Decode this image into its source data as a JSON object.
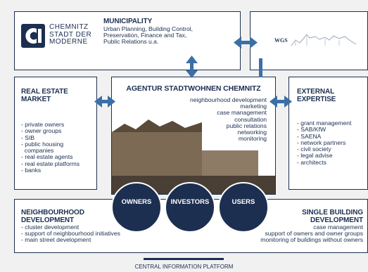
{
  "municipality": {
    "logo_text": [
      "CHEMNITZ",
      "STADT DER",
      "MODERNE"
    ],
    "title": "MUNICIPALITY",
    "lines": [
      "Urban Planning, Building Control,",
      "Preservation, Finance and Tax,",
      "Public Relations u.a."
    ]
  },
  "wgs": {
    "logo_text": "WGS"
  },
  "real_estate": {
    "title": [
      "REAL ESTATE",
      "MARKET"
    ],
    "items": [
      "- private owners",
      "- owner groups",
      "- SIB",
      "- public housing",
      "  companies",
      "- real estate agents",
      "- real estate platforms",
      "- banks"
    ]
  },
  "agency": {
    "title": "AGENTUR STADTWOHNEN CHEMNITZ",
    "services": [
      "neighbourhood development",
      "marketing",
      "case management",
      "consultation",
      "public relations",
      "networking",
      "monitoring"
    ]
  },
  "external": {
    "title": [
      "EXTERNAL",
      "EXPERTISE"
    ],
    "items": [
      "- grant management",
      "- SAB/KfW",
      "- SAENA",
      "- network partners",
      "- civil society",
      "- legal advise",
      "- architects"
    ]
  },
  "circles": [
    "OWNERS",
    "INVESTORS",
    "USERS"
  ],
  "neighbourhood": {
    "title": [
      "NEIGHBOURHOOD",
      "DEVELOPMENT"
    ],
    "items": [
      "- cluster development",
      "- support of neighbourhood initiatives",
      "- main street development"
    ]
  },
  "single_building": {
    "title": [
      "SINGLE BUILDING",
      "DEVELOPMENT"
    ],
    "lines": [
      "case management",
      "support of owners and owner groups",
      "monitoring of buildings without owners"
    ]
  },
  "footer": {
    "label": "CENTRAL INFORMATION PLATFORM"
  },
  "colors": {
    "navy": "#1c2f50",
    "arrow": "#3b6fa6",
    "background": "#f1f1f1"
  }
}
